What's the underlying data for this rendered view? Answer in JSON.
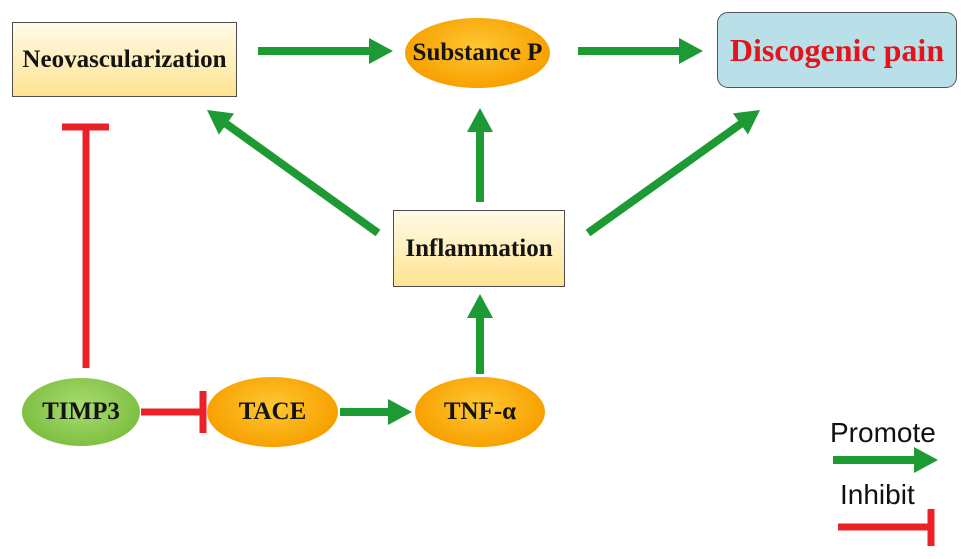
{
  "nodes": {
    "neovascularization": {
      "label": "Neovascularization"
    },
    "substance_p": {
      "label": "Substance P"
    },
    "discogenic_pain": {
      "label": "Discogenic pain"
    },
    "inflammation": {
      "label": "Inflammation"
    },
    "timp3": {
      "label": "TIMP3"
    },
    "tace": {
      "label": "TACE"
    },
    "tnf_alpha": {
      "label": "TNF-α"
    }
  },
  "legend": {
    "promote_label": "Promote",
    "inhibit_label": "Inhibit"
  },
  "colors": {
    "promote": "#1e9a34",
    "inhibit": "#eb2128",
    "box_top": "#fffbe8",
    "box_bottom": "#ffe391",
    "orange_light": "#ffc733",
    "orange": "#f7a100",
    "green_light": "#a9dc70",
    "green": "#7fc043",
    "pain_fill": "#b9dfe9",
    "pain_text": "#e3141c"
  }
}
